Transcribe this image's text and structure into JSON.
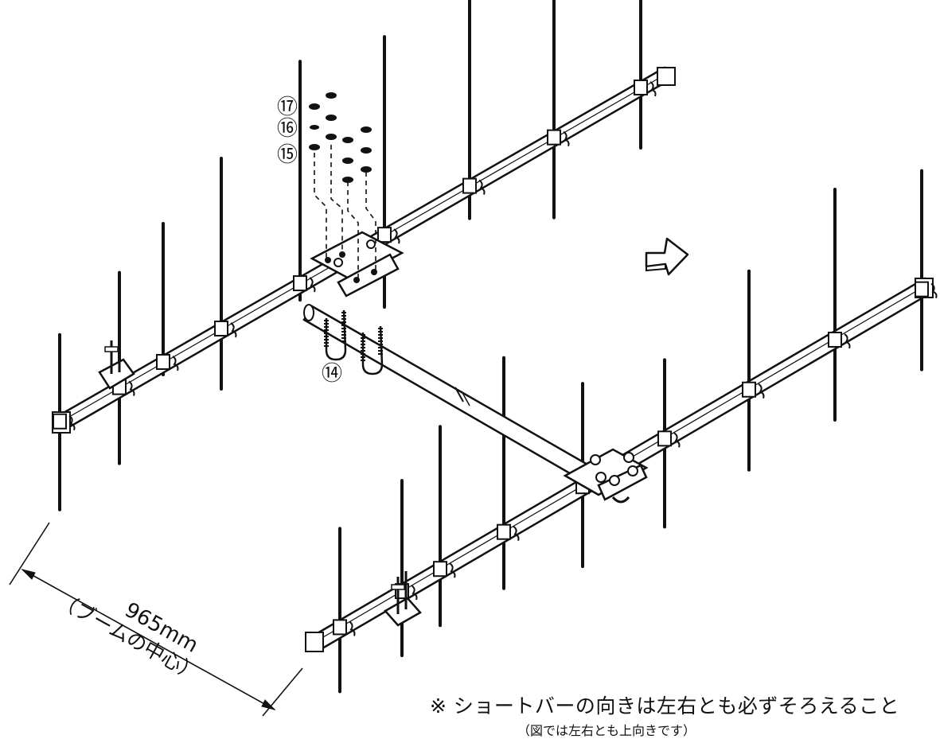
{
  "labels": {
    "part_17": "⑰",
    "part_16": "⑯",
    "part_15": "⑮",
    "part_14": "⑭"
  },
  "dimension": {
    "value": "965mm",
    "caption": "（ブームの中心）"
  },
  "notes": {
    "main": "※ ショートバーの向きは左右とも必ずそろえること",
    "sub": "（図では左右とも上向きです）"
  },
  "colors": {
    "line": "#111111",
    "boom_fill": "#ffffff",
    "background": "#ffffff"
  }
}
